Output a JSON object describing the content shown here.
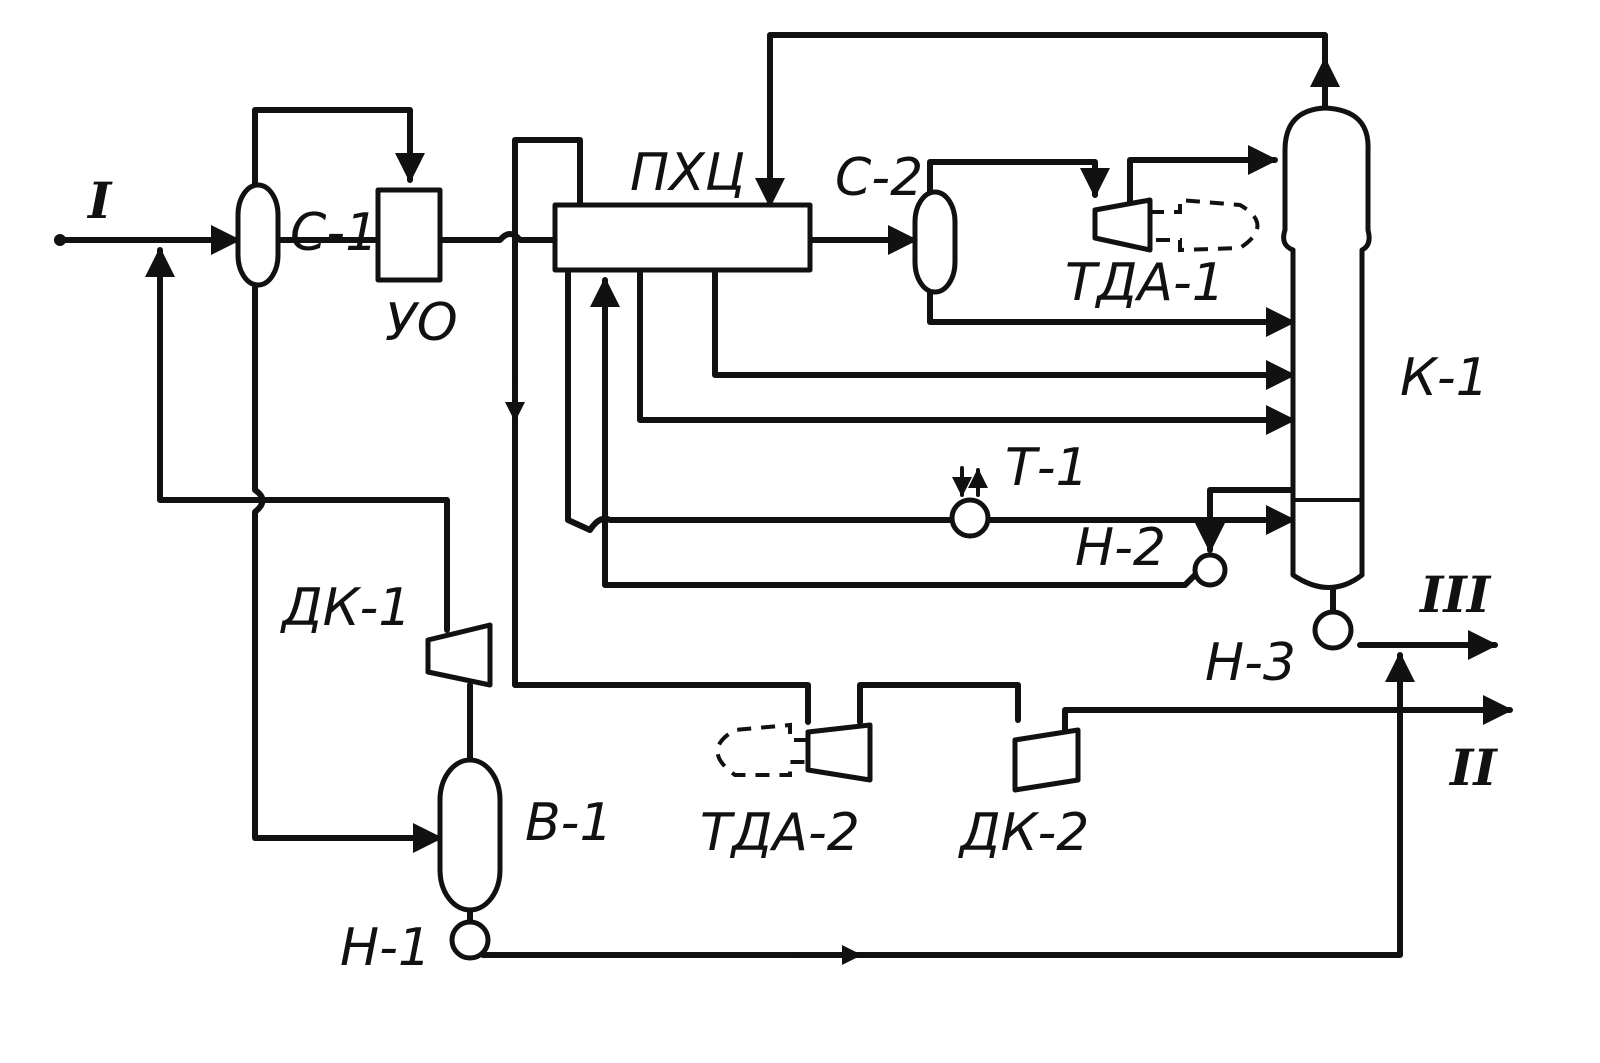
{
  "labels": {
    "stream_I": "I",
    "stream_II": "II",
    "stream_III": "III",
    "s1": "С-1",
    "s2": "С-2",
    "uo": "УО",
    "phc": "ПХЦ",
    "tda1": "ТДА-1",
    "tda2": "ТДА-2",
    "k1": "К-1",
    "t1": "Т-1",
    "n1": "Н-1",
    "n2": "Н-2",
    "n3": "Н-3",
    "dk1": "ДК-1",
    "dk2": "ДК-2",
    "b1": "В-1"
  }
}
